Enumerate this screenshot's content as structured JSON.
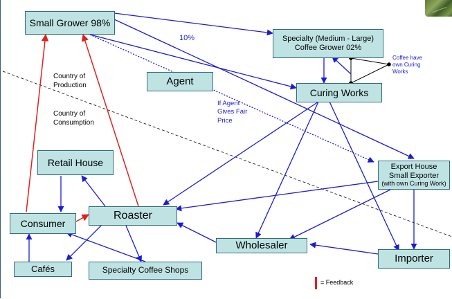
{
  "nodes": {
    "small_grower": "Small Grower 98%",
    "specialty_grower_line1": "Specialty (Medium - Large)",
    "specialty_grower_line2": "Coffee Grower 02%",
    "agent": "Agent",
    "curing_works": "Curing Works",
    "export_house_line1": "Export House",
    "export_house_line2": "Small Exporter",
    "export_house_line3": "(with own Curing Work)",
    "retail_house": "Retail House",
    "roaster": "Roaster",
    "consumer": "Consumer",
    "wholesaler": "Wholesaler",
    "importer": "Importer",
    "cafes": "Cafés",
    "specialty_coffee_shops": "Specialty Coffee Shops"
  },
  "labels": {
    "ten_percent": "10%",
    "coffee_have_line1": "Coffee have",
    "coffee_have_line2": "own Curing",
    "coffee_have_line3": "Works",
    "country_production_line1": "Country of",
    "country_production_line2": "Production",
    "country_consumption_line1": "Country of",
    "country_consumption_line2": "Consumption",
    "fair_price_line1": "If Agent",
    "fair_price_line2": "Gives Fair",
    "fair_price_line3": "Price"
  },
  "legend": {
    "feedback": "= Feedback"
  },
  "colors": {
    "node_fill": "#bfe3e3",
    "node_border": "#2f6e78",
    "flow_arrow": "#1b1bd6",
    "feedback_arrow": "#e02020",
    "boundary_line": "#000000"
  }
}
